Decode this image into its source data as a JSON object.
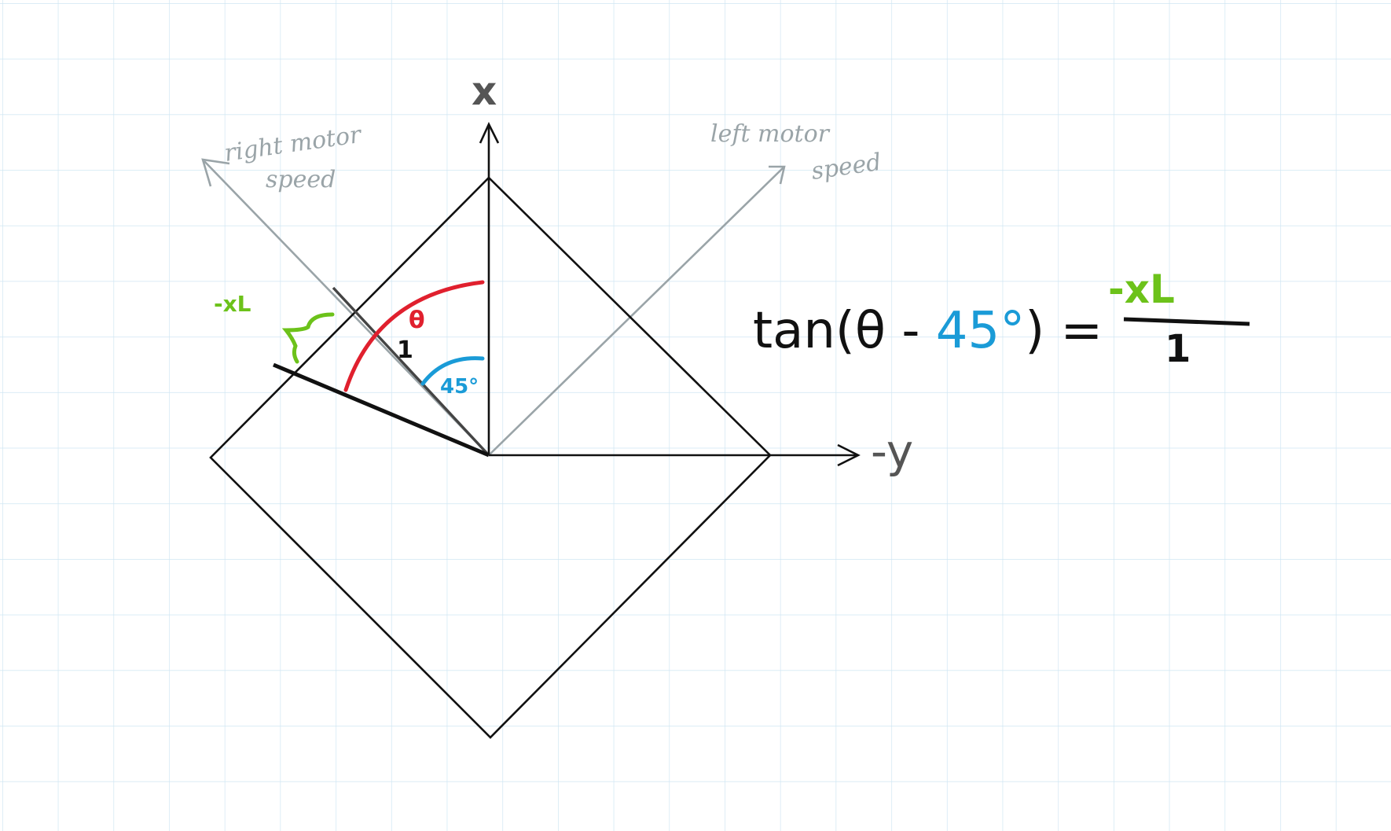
{
  "axes": {
    "vertical_label": "x",
    "horizontal_label": "-y",
    "right_motor_label_line1": "right motor",
    "right_motor_label_line2": "speed",
    "left_motor_label_line1": "left motor",
    "left_motor_label_line2": "speed"
  },
  "annotations": {
    "theta": "θ",
    "unit_length": "1",
    "angle_45": "45°",
    "neg_x_left": "-xL"
  },
  "equation": {
    "lhs_prefix": "tan(θ - ",
    "lhs_angle": "45°",
    "lhs_suffix": ") =",
    "numerator": "-xL",
    "denominator": "1"
  },
  "colors": {
    "grid": "#cfe6f3",
    "ink": "#111111",
    "gray_ink": "#9aa4a8",
    "theta_red": "#e0202e",
    "angle_blue": "#1a9bd7",
    "label_green": "#6cc21a",
    "axis_label_gray": "#555555"
  }
}
